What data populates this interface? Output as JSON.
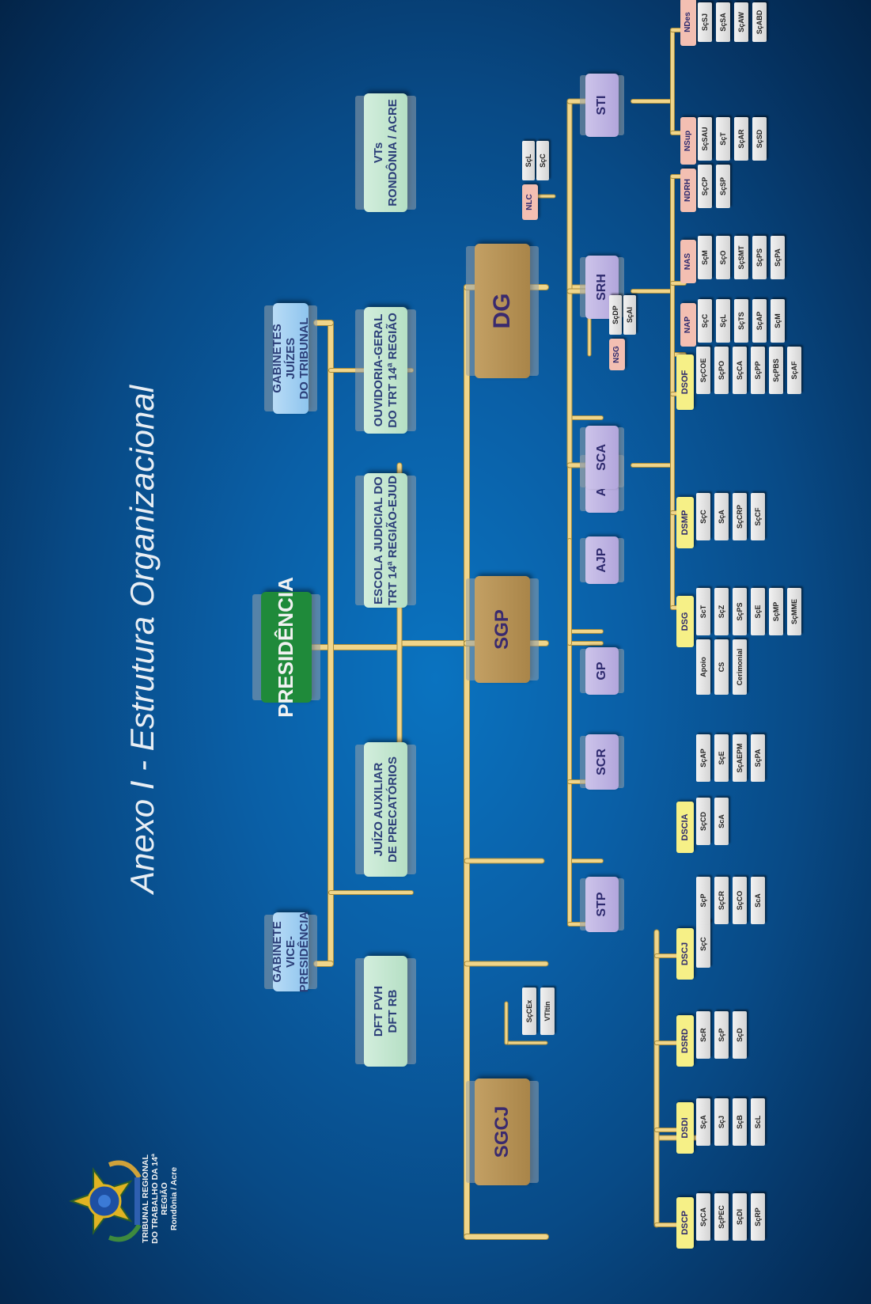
{
  "title": "Anexo I - Estrutura Organizacional",
  "logo": {
    "text": "TRIBUNAL REGIONAL\nDO TRABALHO DA 14ª REGIÃO\nRondônia / Acre",
    "icon": "coat-of-arms-icon"
  },
  "colors": {
    "background": "#0a5fa6",
    "connector": "#f0d58a",
    "presidencia": "#1f8a3a",
    "major_unit": "#b08d52",
    "secretariat": "#b2a6dc",
    "division": "#f6f087",
    "nucleus": "#f3bfb2",
    "section": "#e6e6e6",
    "advisory_blue": "#a8d2f2",
    "advisory_mint": "#c4e6cf"
  },
  "nodes": {
    "presidencia": "PRESIDÊNCIA",
    "gab_vice": "GABINETE\nVICE-PRESIDÊNCIA",
    "gab_juizes": "GABINETES JUÍZES\nDO TRIBUNAL",
    "dft": "DFT PVH\nDFT RB",
    "juizo": "JUÍZO AUXILIAR\nDE PRECATÓRIOS",
    "ejud": "ESCOLA JUDICIAL DO\nTRT 14ª REGIÃO-EJUD",
    "ouvidoria": "OUVIDORIA-GERAL\nDO TRT 14ª REGIÃO",
    "vts": "VTs\nRONDÔNIA / ACRE",
    "sgcj": "SGCJ",
    "sgp": "SGP",
    "dg": "DG",
    "stp": "STP",
    "scr": "SCR",
    "gp": "GP",
    "ajp": "AJP",
    "aap": "AAP",
    "sca": "SCA",
    "srh": "SRH",
    "sti": "STI",
    "dscp": "DSCP",
    "dsdi": "DSDI",
    "dsrd": "DSRD",
    "dscj": "DSCJ",
    "dscia": "DSCIA",
    "dsg": "DSG",
    "dsmp": "DSMP",
    "dsof": "DSOF",
    "nsg": "NSG",
    "nap": "NAP",
    "nas": "NAS",
    "ndrh": "NDRH",
    "nlc": "NLC",
    "nsup": "NSup",
    "ndes": "NDes"
  },
  "leaves": {
    "sgcj": [
      "SçCEx",
      "VTItin"
    ],
    "dscp": [
      "SçCA",
      "SçPEC",
      "SçDI",
      "SçRP"
    ],
    "dsdi": [
      "SçA",
      "SçJ",
      "SçB",
      "ScL"
    ],
    "dsrd": [
      "ScR",
      "SçP",
      "SçD"
    ],
    "dscj": [
      "SçC"
    ],
    "stp": [
      "SçP",
      "SçCR",
      "SçCO",
      "ScA"
    ],
    "dscia": [
      "SçCD",
      "ScA"
    ],
    "scr": [
      "SçAP",
      "SçE",
      "SçAEPM",
      "SçPA"
    ],
    "gp": [
      "Apoio",
      "CS",
      "Cerimonial"
    ],
    "dsg": [
      "ScT",
      "SçZ",
      "SçPS",
      "SçE",
      "SçMP",
      "SçMME"
    ],
    "dsmp": [
      "SçC",
      "SçA",
      "SçCRP",
      "SçCF"
    ],
    "dsof": [
      "SçCOE",
      "SçPO",
      "SçCA",
      "SçPP",
      "SçPBS",
      "SçAF"
    ],
    "nsg": [
      "SçDP",
      "SçAI"
    ],
    "nap": [
      "SçC",
      "SçL",
      "SçTS",
      "SçAP",
      "SçM"
    ],
    "nas": [
      "SçM",
      "SçO",
      "SçSMT",
      "SçPS",
      "SçPA"
    ],
    "ndrh": [
      "SçCP",
      "SçSP"
    ],
    "nlc": [
      "SçL",
      "SçC"
    ],
    "nsup": [
      "SçSAU",
      "SçT",
      "SçAR",
      "SçSD"
    ],
    "ndes": [
      "SçSJ",
      "SçSA",
      "SçAW",
      "SçABD"
    ]
  }
}
